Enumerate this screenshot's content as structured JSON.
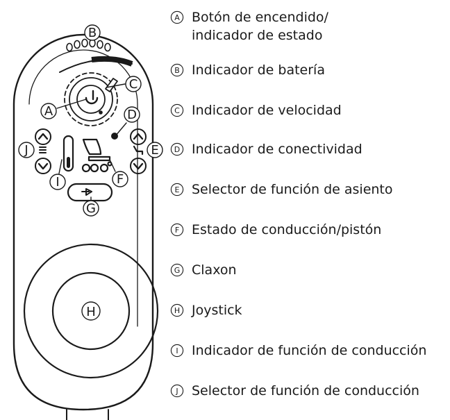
{
  "device_callouts": {
    "A": "A",
    "B": "B",
    "C": "C",
    "D": "D",
    "E": "E",
    "F": "F",
    "G": "G",
    "H": "H",
    "I": "I",
    "J": "J"
  },
  "legend": [
    {
      "letter": "A",
      "text": "Botón de encendido/\nindicador de estado"
    },
    {
      "letter": "B",
      "text": "Indicador de batería"
    },
    {
      "letter": "C",
      "text": "Indicador de velocidad"
    },
    {
      "letter": "D",
      "text": "Indicador de conectividad"
    },
    {
      "letter": "E",
      "text": "Selector de función de asiento"
    },
    {
      "letter": "F",
      "text": "Estado de conducción/pistón"
    },
    {
      "letter": "G",
      "text": "Claxon"
    },
    {
      "letter": "H",
      "text": "Joystick"
    },
    {
      "letter": "I",
      "text": "Indicador de función de conducción"
    },
    {
      "letter": "J",
      "text": "Selector de función de conducción"
    }
  ]
}
